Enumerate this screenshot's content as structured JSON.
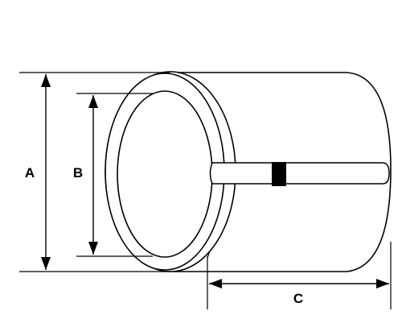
{
  "diagram": {
    "labels": {
      "outer_diameter": "A",
      "inner_diameter": "B",
      "length": "C"
    },
    "colors": {
      "stroke": "#000000",
      "background": "#ffffff",
      "clamp_block": "#000000"
    }
  }
}
